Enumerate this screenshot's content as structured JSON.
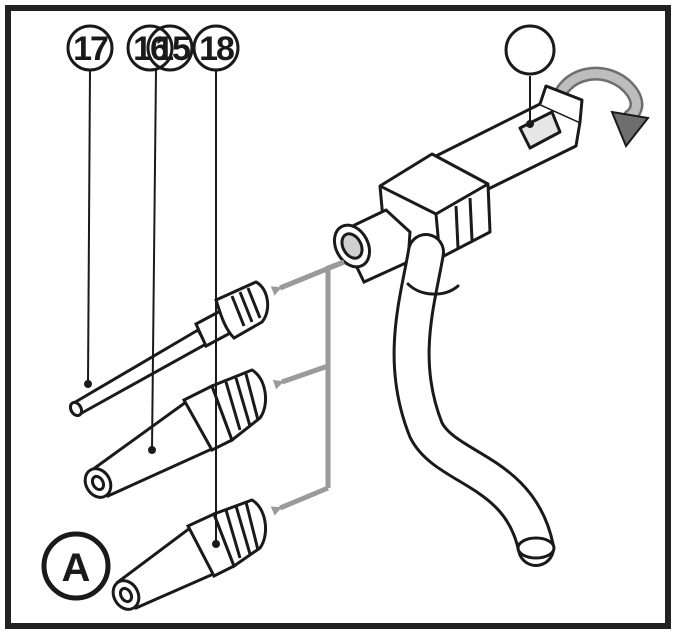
{
  "callouts": {
    "c17": "17",
    "c16": "16",
    "c15": "15",
    "c18": "18",
    "a": "A"
  },
  "colors": {
    "ink": "#1a1a1a",
    "arrow": "#9a9a9a",
    "frame": "#222222",
    "background": "#ffffff"
  }
}
